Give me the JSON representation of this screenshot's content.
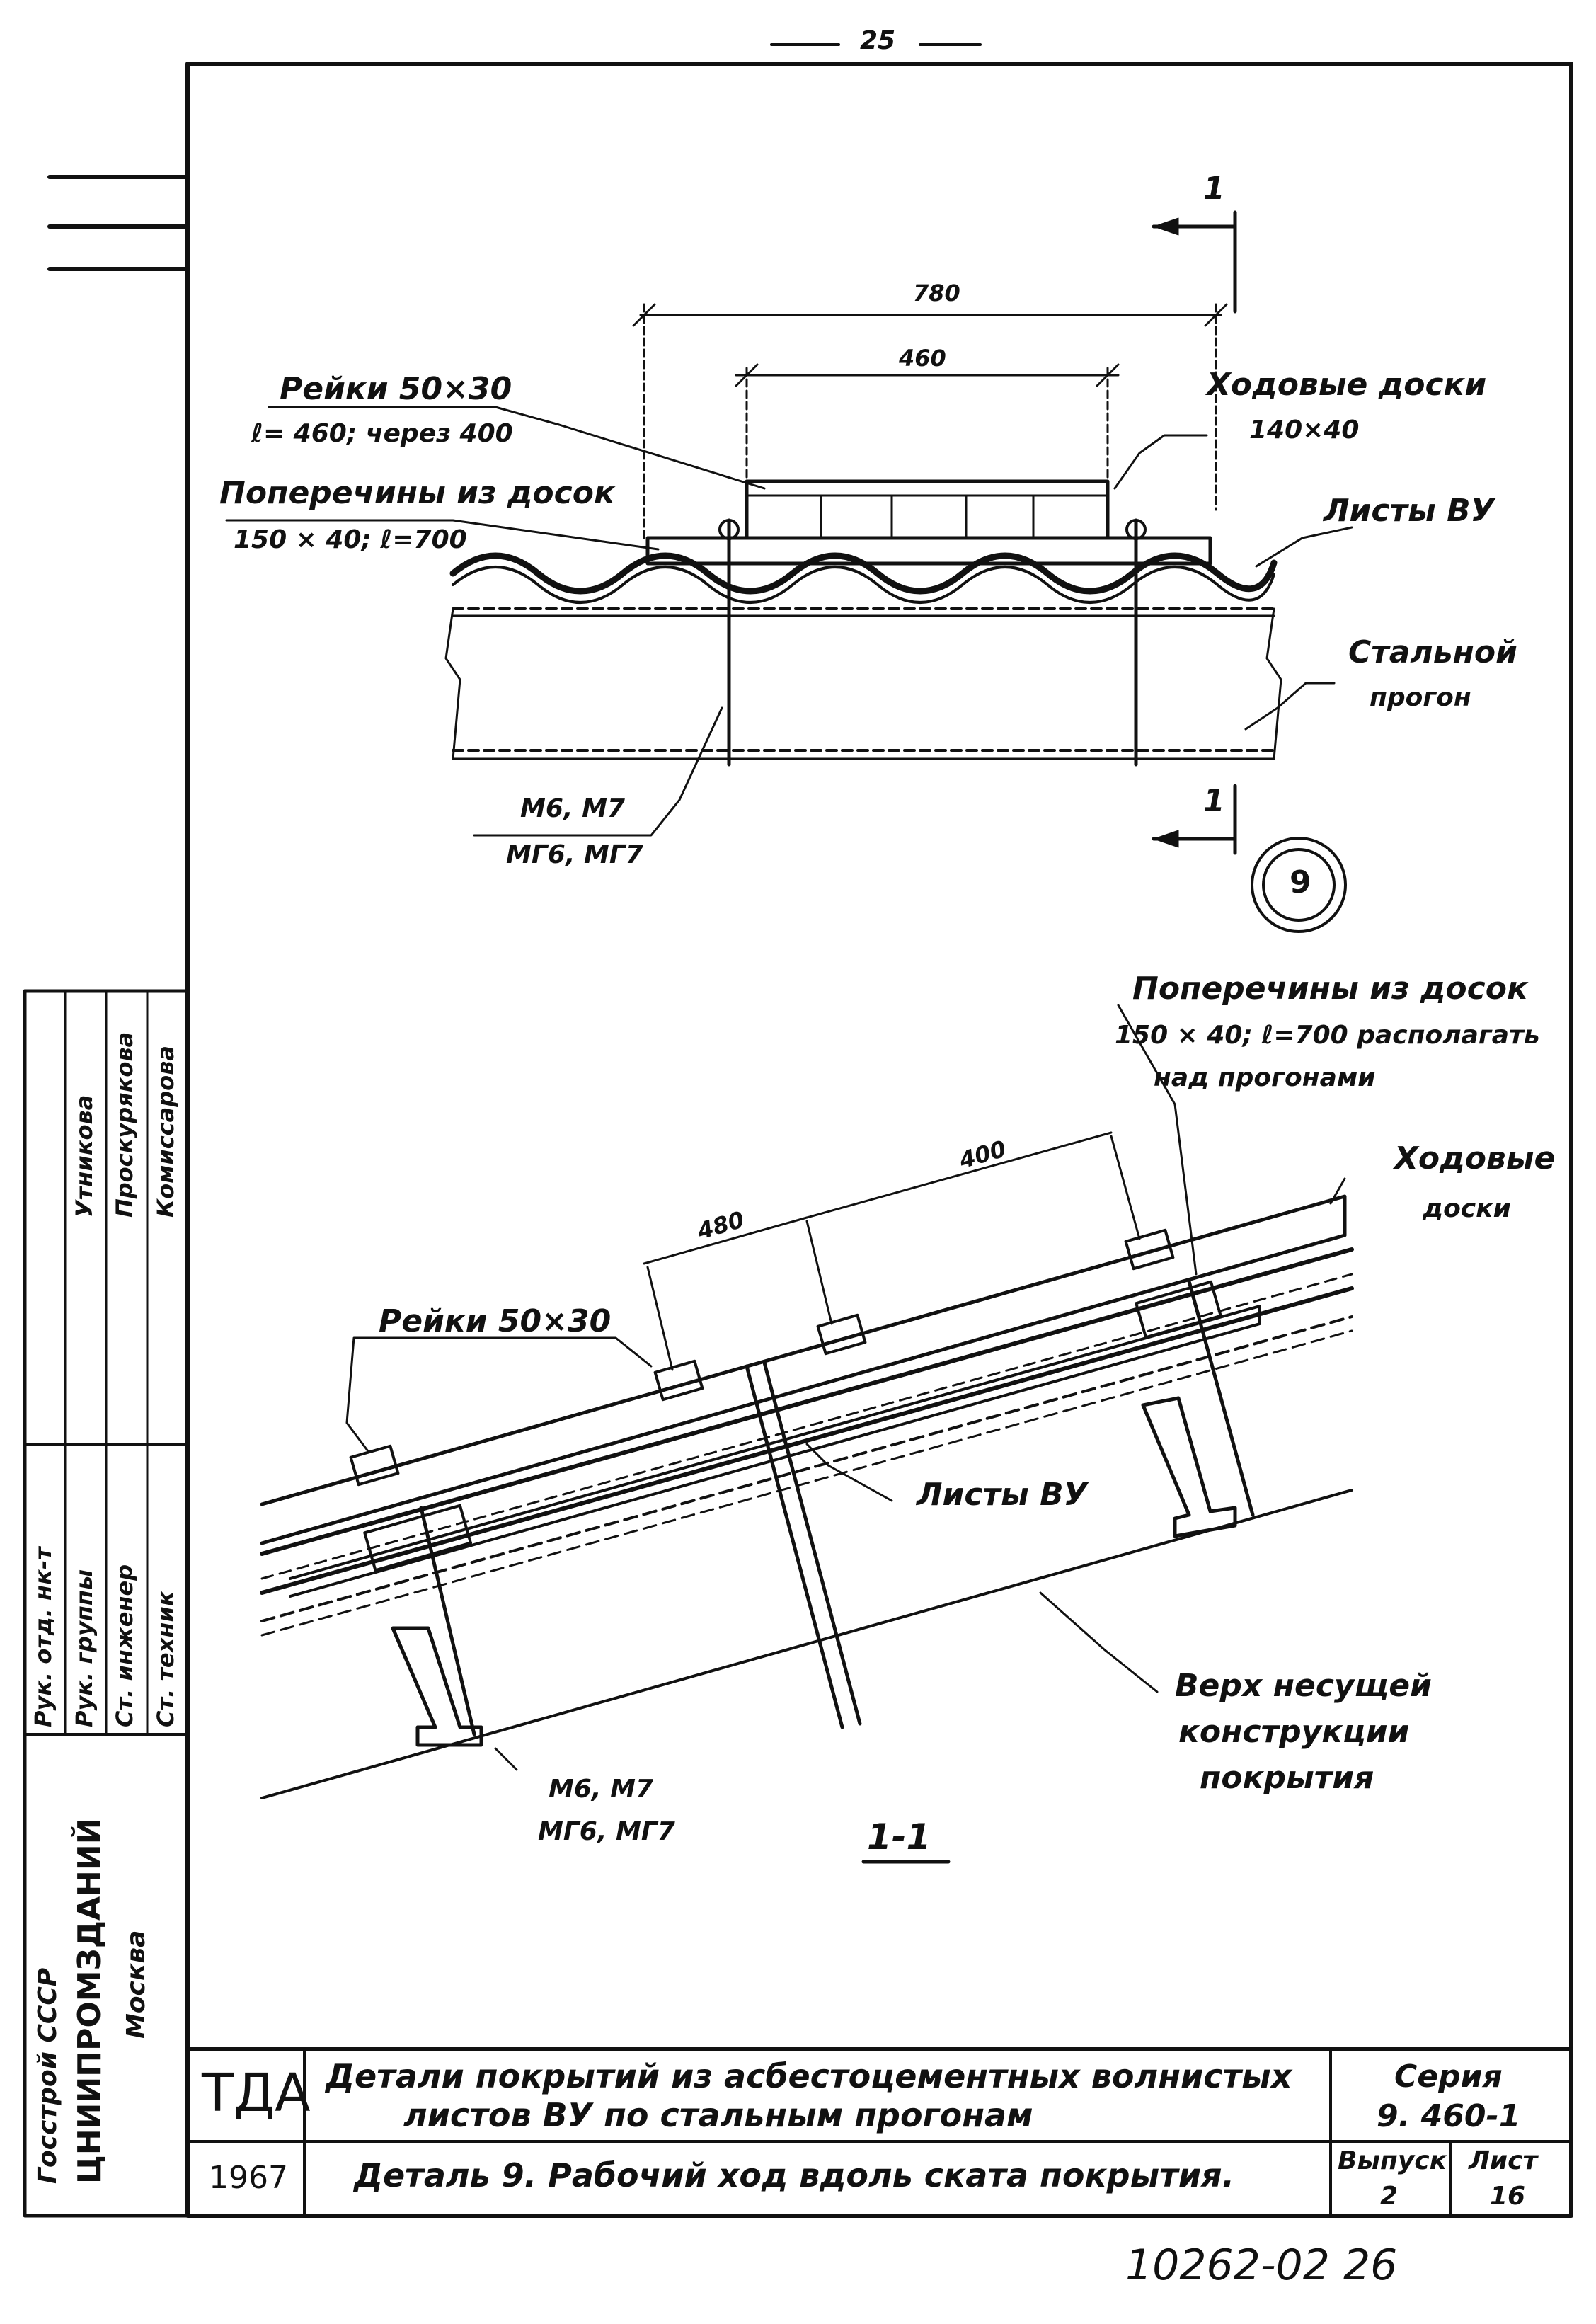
{
  "page_number": "25",
  "section_marker": "1",
  "detail_number": "9",
  "plan_view": {
    "dim_overall": "780",
    "dim_inner": "460",
    "rails_label": "Рейки 50×30",
    "rails_spec": "ℓ= 460; через 400",
    "crossbars_label": "Поперечины из досок",
    "crossbars_spec": "150 × 40; ℓ=700",
    "walk_boards_label": "Ходовые доски",
    "walk_boards_spec": "140×40",
    "sheets_label": "Листы ВУ",
    "purlin_label_1": "Стальной",
    "purlin_label_2": "прогон",
    "fasteners_1": "М6, М7",
    "fasteners_2": "МГ6, МГ7"
  },
  "section_view": {
    "crossbars_label": "Поперечины из досок",
    "crossbars_spec": "150 × 40; ℓ=700 располагать",
    "crossbars_spec_2": "над прогонами",
    "walk_boards_1": "Ходовые",
    "walk_boards_2": "доски",
    "dim_a": "480",
    "dim_b": "400",
    "rails_label": "Рейки 50×30",
    "sheets_label": "Листы ВУ",
    "support_1": "Верх несущей",
    "support_2": "конструкции",
    "support_3": "покрытия",
    "fasteners_1": "М6, М7",
    "fasteners_2": "МГ6, МГ7",
    "section_title": "1-1"
  },
  "side_stamp": {
    "org_1": "Госстрой СССР",
    "org_2": "ЦНИИПРОМЗДАНИЙ",
    "org_3": "Москва",
    "roles": [
      "Рук. отд. нк-т",
      "Рук. группы",
      "Ст. инженер",
      "Ст. техник"
    ],
    "names": [
      "Утникова",
      "Проскурякова",
      "Комиссарова"
    ]
  },
  "title_block": {
    "code": "ТДА",
    "year": "1967",
    "title_line_1": "Детали покрытий из асбестоцементных волнистых",
    "title_line_2": "листов ВУ по стальным прогонам",
    "subtitle": "Деталь 9.  Рабочий ход вдоль ската покрытия.",
    "series_label": "Серия",
    "series_value": "9. 460-1",
    "issue_label": "Выпуск",
    "issue_value": "2",
    "sheet_label": "Лист",
    "sheet_value": "16"
  },
  "archive_number": "10262-02  26"
}
